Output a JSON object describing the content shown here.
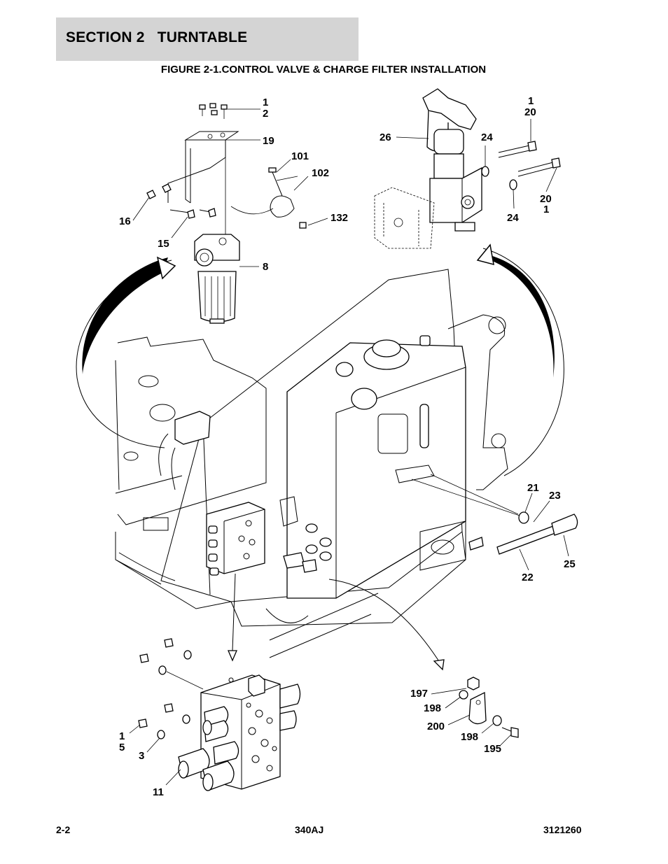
{
  "header": {
    "section": "SECTION 2   TURNTABLE",
    "figure_title": "FIGURE 2-1.CONTROL VALVE & CHARGE FILTER INSTALLATION"
  },
  "callouts": {
    "c1a": "1",
    "c2": "2",
    "c19": "19",
    "c101": "101",
    "c102": "102",
    "c132": "132",
    "c16": "16",
    "c15": "15",
    "c8": "8",
    "c26": "26",
    "c1b": "1",
    "c20a": "20",
    "c24a": "24",
    "c20b": "20",
    "c1c": "1",
    "c24b": "24",
    "c21": "21",
    "c23": "23",
    "c25": "25",
    "c22": "22",
    "c197": "197",
    "c198a": "198",
    "c200": "200",
    "c198b": "198",
    "c195": "195",
    "c1d": "1",
    "c5": "5",
    "c3": "3",
    "c11": "11"
  },
  "footer": {
    "page": "2-2",
    "model": "340AJ",
    "doc_number": "3121260"
  }
}
